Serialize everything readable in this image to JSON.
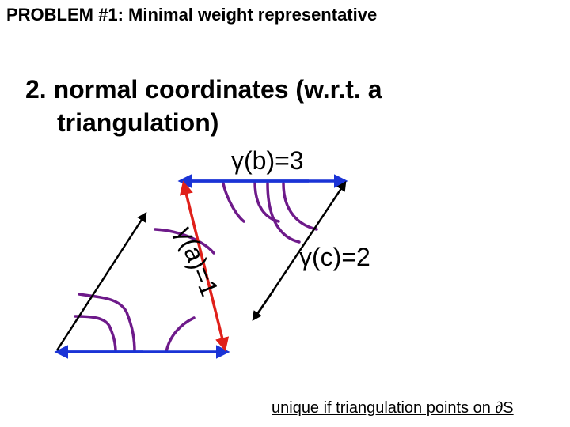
{
  "slide": {
    "title": "PROBLEM #1: Minimal weight representative",
    "bullet_number": "2.",
    "bullet_text": "normal coordinates (w.r.t. a triangulation)",
    "footnote": "unique if triangulation points on ∂S"
  },
  "diagram": {
    "labels": {
      "gamma_b": "γ(b)=3",
      "gamma_a": "γ(a)=1",
      "gamma_c": "γ(c)=2"
    },
    "normal_coordinates": {
      "a": 1,
      "b": 3,
      "c": 2
    },
    "colors": {
      "edge_blue": "#1a33d6",
      "edge_black": "#000000",
      "edge_red": "#e0201a",
      "arc_purple": "#6e1a8a"
    }
  }
}
